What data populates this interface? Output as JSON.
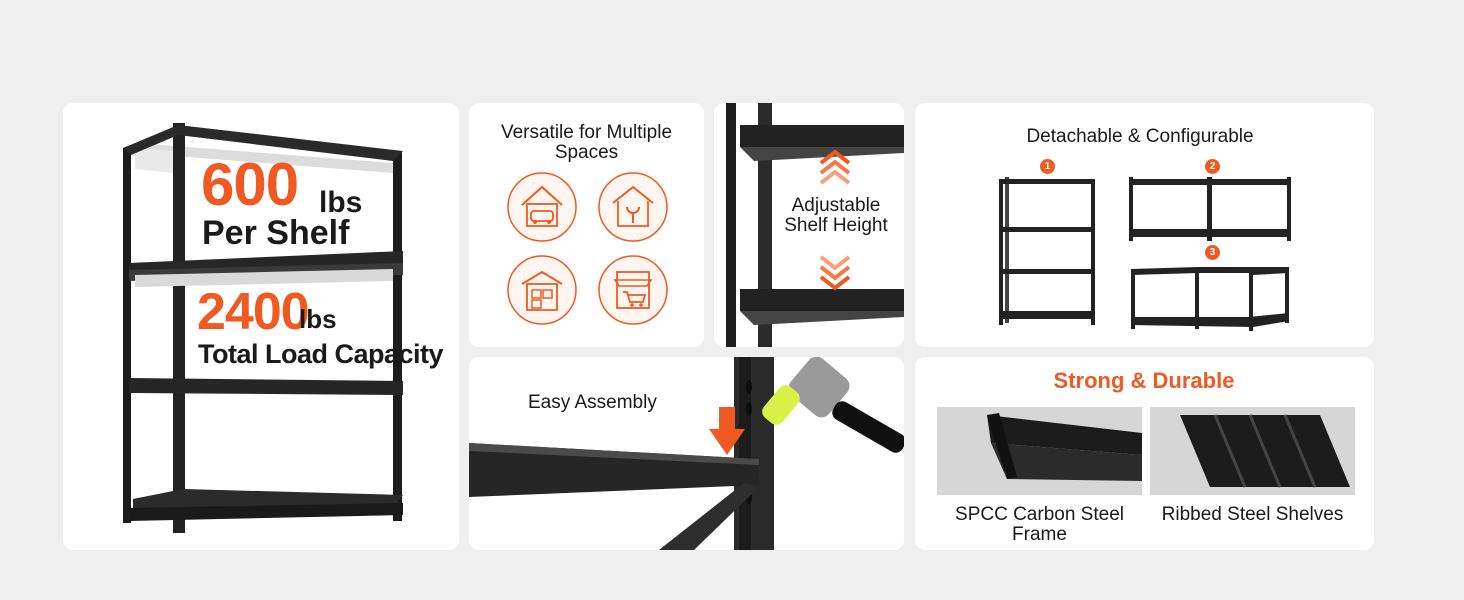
{
  "panel_capacity": {
    "per_shelf_value": "600",
    "per_shelf_unit": "lbs",
    "per_shelf_label": "Per Shelf",
    "total_value": "2400",
    "total_unit": "lbs",
    "total_label": "Total Load Capacity"
  },
  "panel_versatile": {
    "title": "Versatile for Multiple Spaces",
    "icons": [
      "house-car-icon",
      "garage-tools-icon",
      "storage-unit-icon",
      "store-cart-icon"
    ]
  },
  "panel_adjustable": {
    "label": "Adjustable Shelf Height"
  },
  "panel_detachable": {
    "title": "Detachable & Configurable",
    "badges": [
      "1",
      "2",
      "3"
    ]
  },
  "panel_assembly": {
    "label": "Easy Assembly"
  },
  "panel_durable": {
    "title": "Strong & Durable",
    "frame_caption": "SPCC Carbon Steel Frame",
    "shelves_caption": "Ribbed Steel Shelves"
  },
  "colors": {
    "accent": "#f05a22",
    "card": "#ffffff",
    "background": "#efefef",
    "steel": "#1c1c1c"
  }
}
